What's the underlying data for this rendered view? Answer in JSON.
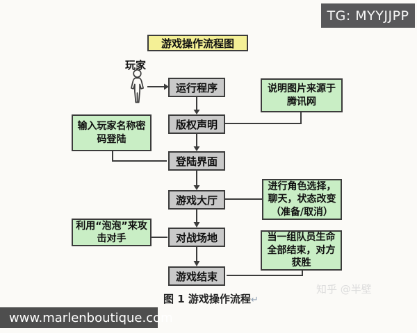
{
  "overlays": {
    "tg_badge": "TG: MYYJJPP",
    "website_bar": "www.marlenboutique.com",
    "watermark": "知乎 @半壁"
  },
  "diagram": {
    "title": "游戏操作流程图",
    "actor_label": "玩家",
    "caption": "图 1  游戏操作流程",
    "caption_mark": "↵",
    "nodes": [
      {
        "id": "run-program",
        "label": "运行程序"
      },
      {
        "id": "copyright-notice",
        "label": "版权声明"
      },
      {
        "id": "login-screen",
        "label": "登陆界面"
      },
      {
        "id": "game-lobby",
        "label": "游戏大厅"
      },
      {
        "id": "battle-field",
        "label": "对战场地"
      },
      {
        "id": "game-over",
        "label": "游戏结束"
      }
    ],
    "annotations": [
      {
        "id": "source-note",
        "label": "说明图片来源于腾讯网"
      },
      {
        "id": "login-note",
        "label": "输入玩家名称密码登陆"
      },
      {
        "id": "lobby-note",
        "label": "进行角色选择，聊天，状态改变（准备/取消）"
      },
      {
        "id": "battle-note",
        "label": "利用“泡泡”来攻击对手"
      },
      {
        "id": "win-note",
        "label": "当一组队员生命全部结束，对方获胜"
      }
    ]
  },
  "colors": {
    "background": "#fbfaf7",
    "node_fill": "#c9c9c9",
    "annotation_fill": "#c9eec5",
    "title_fill": "#f4f096",
    "border_and_lines": "#3b3b3b",
    "tg_badge_bg": "#58585a",
    "website_bar_bg": "#4e4e4e",
    "watermark_text": "#dcdcdc"
  }
}
